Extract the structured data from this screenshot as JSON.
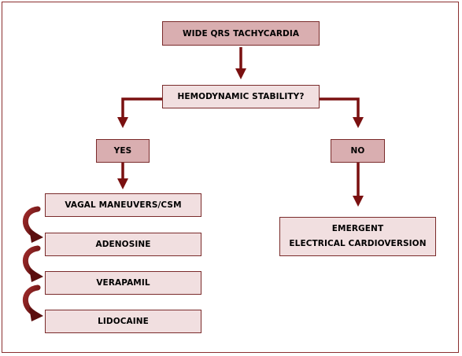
{
  "nodes": {
    "root": "WIDE QRS TACHYCARDIA",
    "stability": "HEMODYNAMIC STABILITY?",
    "yes": "YES",
    "no": "NO",
    "vagal": "VAGAL MANEUVERS/CSM",
    "adenosine": "ADENOSINE",
    "verapamil": "VERAPAMIL",
    "lidocaine": "LIDOCAINE",
    "emergent_line1": "EMERGENT",
    "emergent_line2": "ELECTRICAL CARDIOVERSION"
  },
  "colors": {
    "border": "#8b2f2f",
    "arrow": "#7a1010",
    "header_box_fill": "#d9aeb0",
    "step_box_fill": "#f1dfe0"
  }
}
